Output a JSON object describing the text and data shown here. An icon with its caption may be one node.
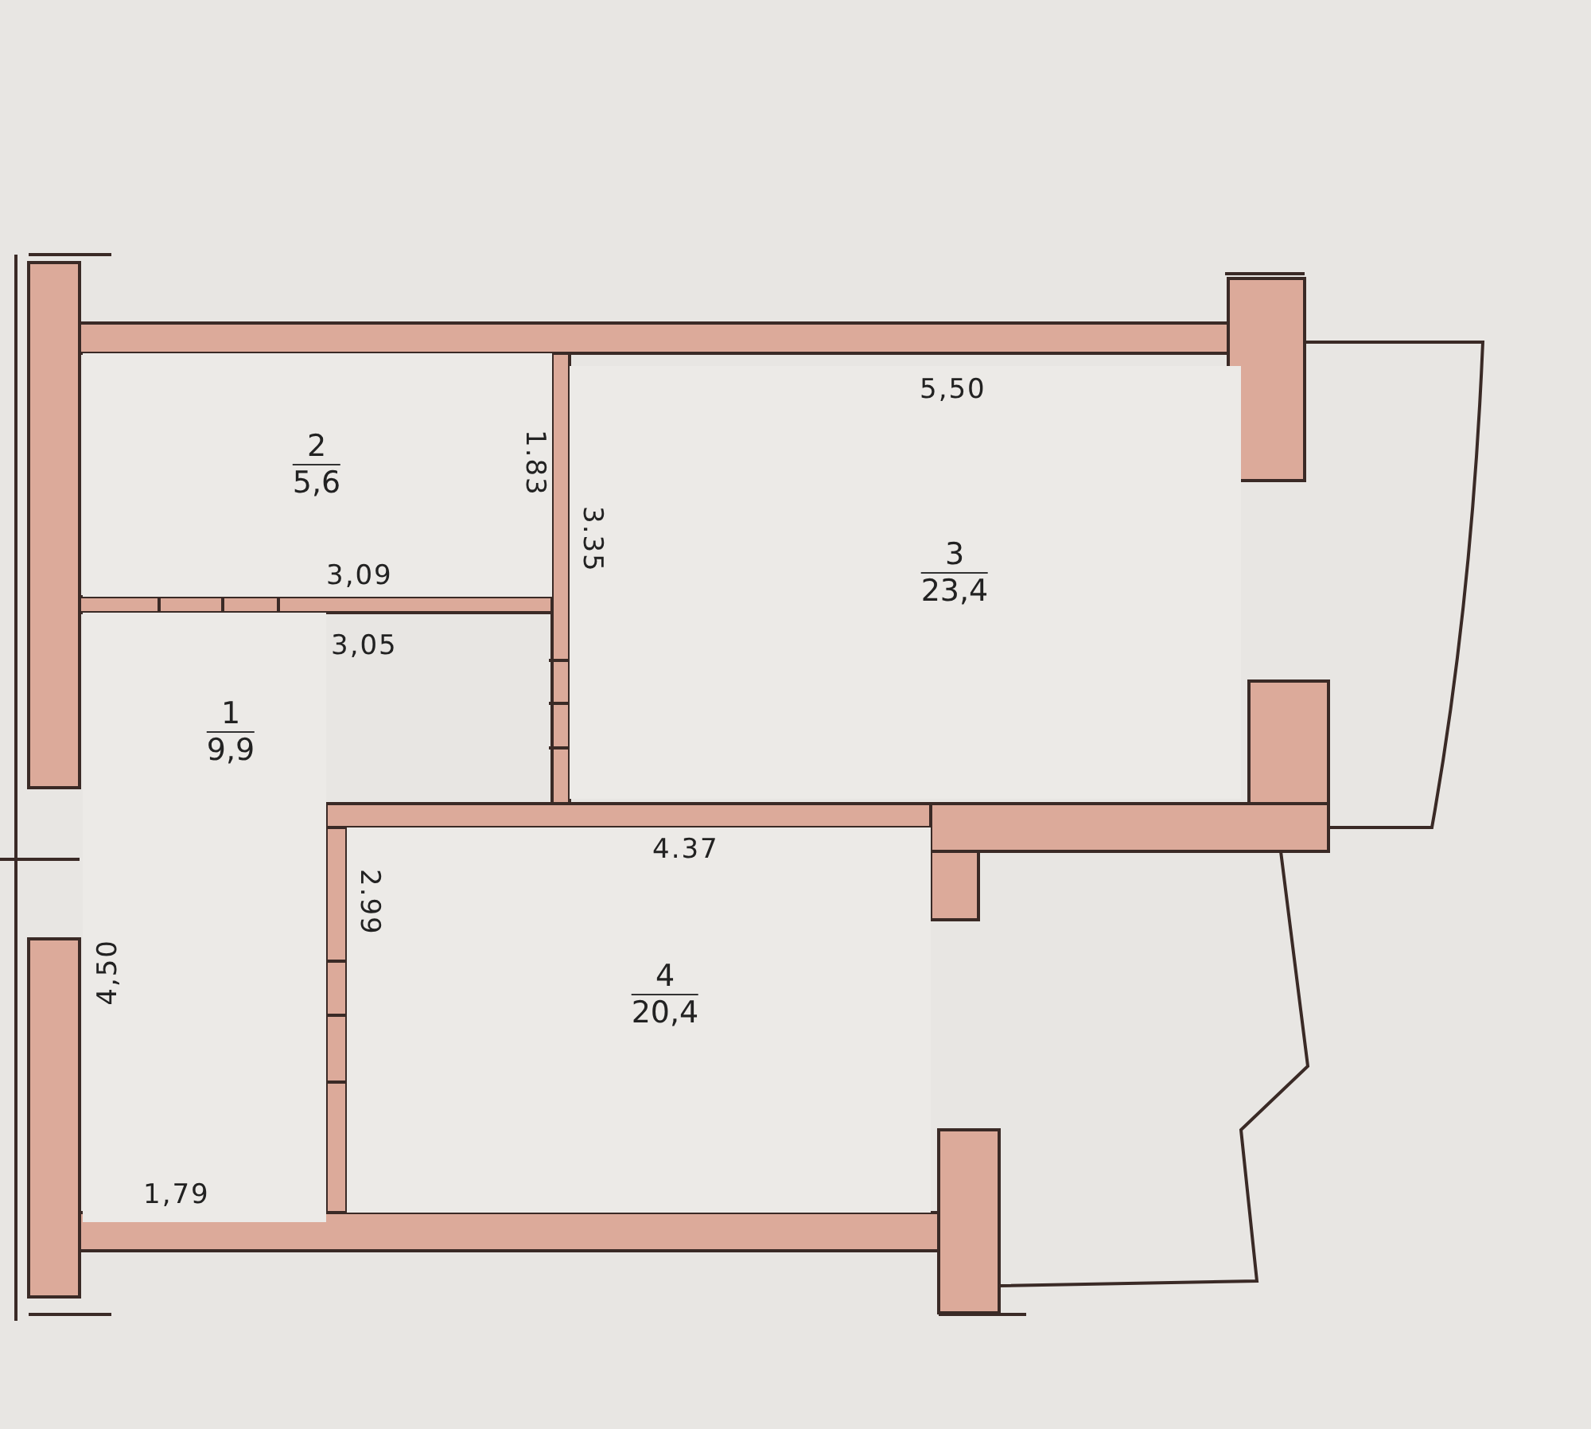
{
  "diagram": {
    "nodes": [
      {
        "text": [
          "2",
          "5,6"
        ]
      },
      {
        "text": [
          "3",
          "23,4"
        ]
      },
      {
        "text": [
          "1",
          "9,9"
        ]
      },
      {
        "text": [
          "4",
          "20,4"
        ]
      }
    ],
    "labels": [
      "5,50",
      "1.83",
      "3.35",
      "3,09",
      "3,05",
      "4.37",
      "2.99",
      "4,50",
      "1,79"
    ]
  }
}
